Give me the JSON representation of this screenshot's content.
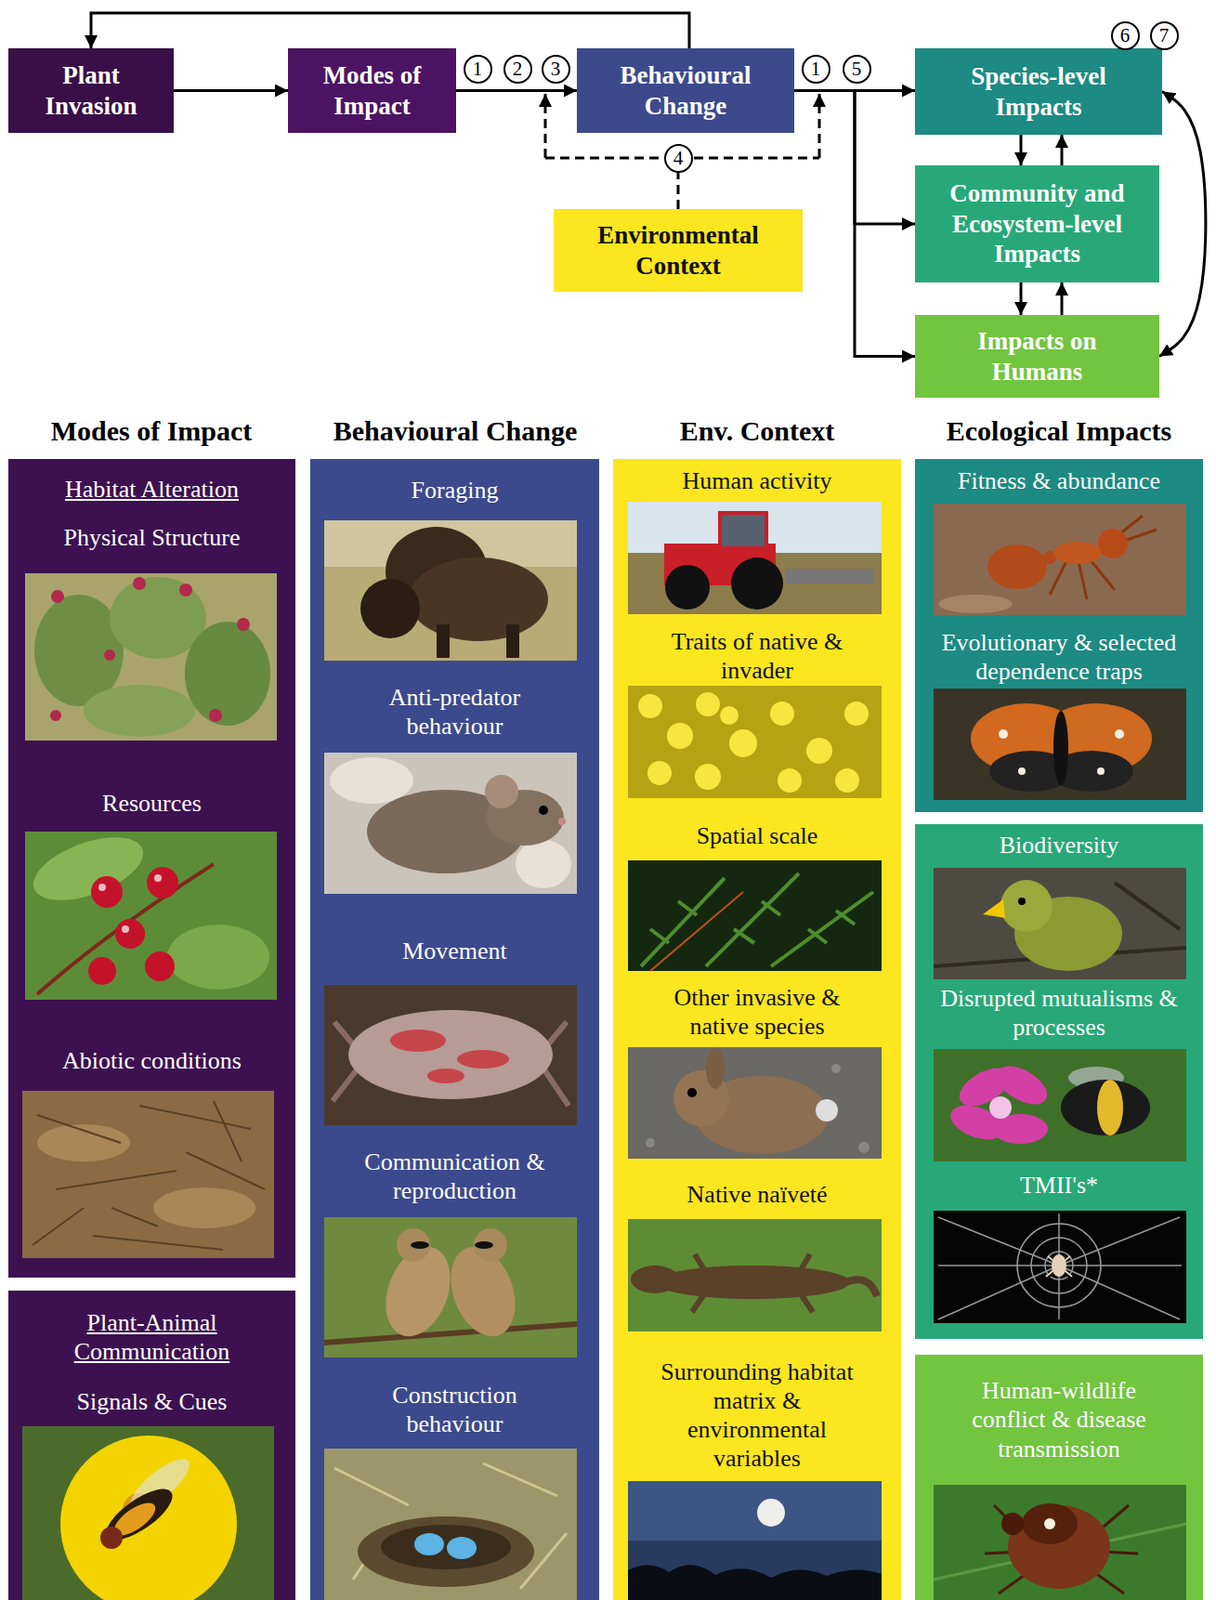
{
  "diagram": {
    "nodes": [
      {
        "text": [
          "Plant Invasion"
        ]
      },
      {
        "text": [
          "Modes of Impact"
        ]
      },
      {
        "text": [
          "Behavioural Change"
        ]
      },
      {
        "text": [
          "Species-level Impacts"
        ]
      },
      {
        "text": [
          "Community and Ecosystem-level Impacts"
        ]
      },
      {
        "text": [
          "Environmental Context"
        ]
      },
      {
        "text": [
          "Impacts on Humans"
        ]
      },
      {
        "text": [
          "Habitat Alteration",
          "Physical Structure",
          "Resources",
          "Abiotic conditions"
        ]
      },
      {
        "text": [
          "Plant-Animal Communication",
          "Signals & Cues"
        ]
      },
      {
        "text": [
          "Foraging",
          "Anti-predator behaviour",
          "Movement",
          "Communication & reproduction",
          "Construction behaviour"
        ]
      },
      {
        "text": [
          "Human activity",
          "Traits of native & invader",
          "Spatial scale",
          "Other invasive & native species",
          "Native naïveté",
          "Surrounding habitat matrix & environmental variables"
        ]
      },
      {
        "text": [
          "Fitness & abundance",
          "Evolutionary & selected dependence traps"
        ]
      },
      {
        "text": [
          "Biodiversity",
          "Disrupted mutualisms & processes",
          "TMII's*"
        ]
      },
      {
        "text": [
          "Human-wildlife conflict & disease transmission"
        ]
      }
    ],
    "edges": [
      {
        "from": 0,
        "to": 1,
        "arrow": "to"
      },
      {
        "from": 1,
        "to": 2,
        "arrow": "to"
      },
      {
        "from": 2,
        "to": 0,
        "arrow": "to"
      },
      {
        "from": 2,
        "to": 3,
        "arrow": "to"
      },
      {
        "from": 2,
        "to": 4,
        "arrow": "to"
      },
      {
        "from": 2,
        "to": 6,
        "arrow": "to"
      },
      {
        "from": 3,
        "to": 4,
        "arrow": "to"
      },
      {
        "from": 4,
        "to": 3,
        "arrow": "to"
      },
      {
        "from": 4,
        "to": 6,
        "arrow": "to"
      },
      {
        "from": 6,
        "to": 4,
        "arrow": "to"
      },
      {
        "from": 3,
        "to": 6,
        "arrow": "both"
      }
    ],
    "labels": [
      "6",
      "7",
      "1",
      "2",
      "3",
      "1",
      "5",
      "4",
      "Modes of Impact",
      "Behavioural Change",
      "Env. Context",
      "Ecological Impacts"
    ]
  }
}
